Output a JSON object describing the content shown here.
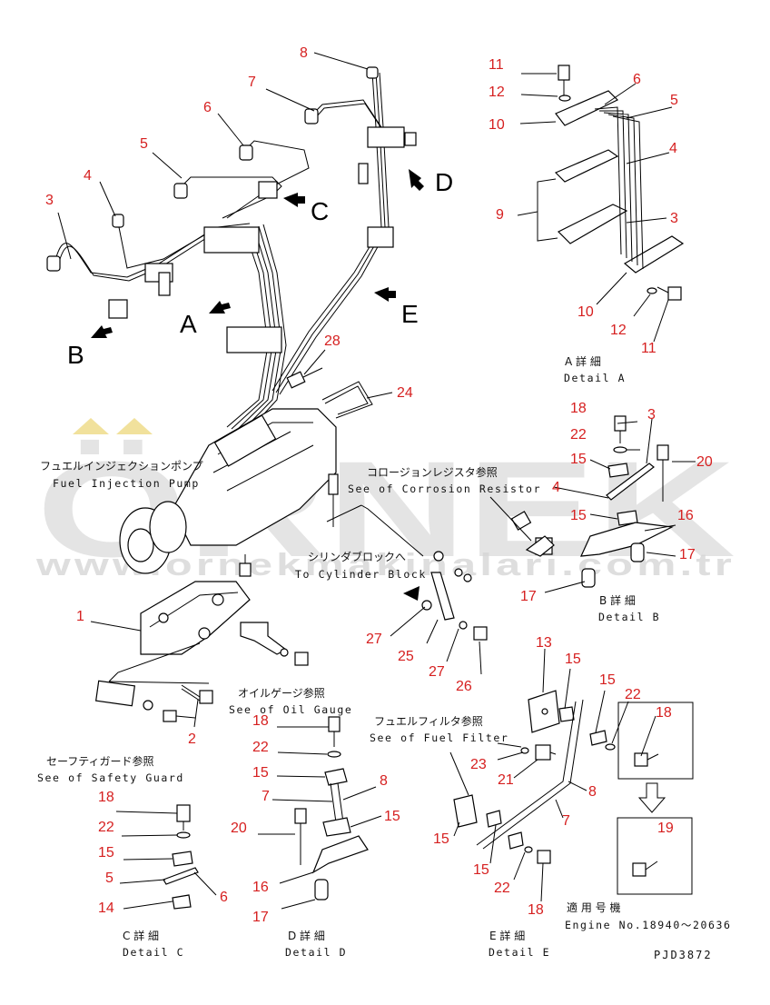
{
  "watermark": {
    "brand": "ÖRNEK",
    "url": "www.ornekmakinalari.com.tr",
    "brand_color": "#d9d9d9",
    "dot_color": "#e6c84a"
  },
  "callout_color": "#d62020",
  "callouts": [
    {
      "id": "c8",
      "text": "8"
    },
    {
      "id": "c7",
      "text": "7"
    },
    {
      "id": "c6",
      "text": "6"
    },
    {
      "id": "c5",
      "text": "5"
    },
    {
      "id": "c4",
      "text": "4"
    },
    {
      "id": "c3",
      "text": "3"
    },
    {
      "id": "c28",
      "text": "28"
    },
    {
      "id": "c24",
      "text": "24"
    },
    {
      "id": "c1",
      "text": "1"
    },
    {
      "id": "c2",
      "text": "2"
    },
    {
      "id": "c27a",
      "text": "27"
    },
    {
      "id": "c25",
      "text": "25"
    },
    {
      "id": "c27b",
      "text": "27"
    },
    {
      "id": "c26",
      "text": "26"
    },
    {
      "id": "a11t",
      "text": "11"
    },
    {
      "id": "a12t",
      "text": "12"
    },
    {
      "id": "a10t",
      "text": "10"
    },
    {
      "id": "a6",
      "text": "6"
    },
    {
      "id": "a5",
      "text": "5"
    },
    {
      "id": "a4",
      "text": "4"
    },
    {
      "id": "a9",
      "text": "9"
    },
    {
      "id": "a3",
      "text": "3"
    },
    {
      "id": "a10b",
      "text": "10"
    },
    {
      "id": "a12b",
      "text": "12"
    },
    {
      "id": "a11b",
      "text": "11"
    },
    {
      "id": "b18",
      "text": "18"
    },
    {
      "id": "b3",
      "text": "3"
    },
    {
      "id": "b22",
      "text": "22"
    },
    {
      "id": "b20",
      "text": "20"
    },
    {
      "id": "b15a",
      "text": "15"
    },
    {
      "id": "b4",
      "text": "4"
    },
    {
      "id": "b15b",
      "text": "15"
    },
    {
      "id": "b16",
      "text": "16"
    },
    {
      "id": "b17a",
      "text": "17"
    },
    {
      "id": "b17b",
      "text": "17"
    },
    {
      "id": "c18",
      "text": "18"
    },
    {
      "id": "c22",
      "text": "22"
    },
    {
      "id": "c15",
      "text": "15"
    },
    {
      "id": "c5b",
      "text": "5"
    },
    {
      "id": "c6b",
      "text": "6"
    },
    {
      "id": "c14",
      "text": "14"
    },
    {
      "id": "d18",
      "text": "18"
    },
    {
      "id": "d22",
      "text": "22"
    },
    {
      "id": "d15a",
      "text": "15"
    },
    {
      "id": "d8",
      "text": "8"
    },
    {
      "id": "d7",
      "text": "7"
    },
    {
      "id": "d15b",
      "text": "15"
    },
    {
      "id": "d20",
      "text": "20"
    },
    {
      "id": "d16",
      "text": "16"
    },
    {
      "id": "d17",
      "text": "17"
    },
    {
      "id": "e13",
      "text": "13"
    },
    {
      "id": "e15a",
      "text": "15"
    },
    {
      "id": "e15b",
      "text": "15"
    },
    {
      "id": "e22a",
      "text": "22"
    },
    {
      "id": "e18a",
      "text": "18"
    },
    {
      "id": "e23",
      "text": "23"
    },
    {
      "id": "e21",
      "text": "21"
    },
    {
      "id": "e8",
      "text": "8"
    },
    {
      "id": "e7",
      "text": "7"
    },
    {
      "id": "e15c",
      "text": "15"
    },
    {
      "id": "e15d",
      "text": "15"
    },
    {
      "id": "e22b",
      "text": "22"
    },
    {
      "id": "e18b",
      "text": "18"
    },
    {
      "id": "e19",
      "text": "19"
    }
  ],
  "view_letters": {
    "A": "A",
    "B": "B",
    "C": "C",
    "D": "D",
    "E": "E"
  },
  "labels": {
    "fuel_pump_jp": "フュエルインジェクションポンプ",
    "fuel_pump_en": "Fuel Injection Pump",
    "corrosion_jp": "コロージョンレジスタ参照",
    "corrosion_en": "See of Corrosion Resistor",
    "cylinder_jp": "シリンダブロックへ",
    "cylinder_en": "To Cylinder Block",
    "oil_jp": "オイルゲージ参照",
    "oil_en": "See of Oil Gauge",
    "safety_jp": "セーフティガード参照",
    "safety_en": "See of Safety Guard",
    "filter_jp": "フュエルフィルタ参照",
    "filter_en": "See of Fuel Filter",
    "detail_a_jp": "A 詳 細",
    "detail_a_en": "Detail A",
    "detail_b_jp": "B 詳 細",
    "detail_b_en": "Detail B",
    "detail_c_jp": "C 詳 細",
    "detail_c_en": "Detail C",
    "detail_d_jp": "D 詳 細",
    "detail_d_en": "Detail D",
    "detail_e_jp": "E 詳 細",
    "detail_e_en": "Detail E",
    "applicable_jp": "適 用 号 機",
    "engine_no": "Engine No.18940～20636",
    "drawing_code": "PJD3872"
  }
}
